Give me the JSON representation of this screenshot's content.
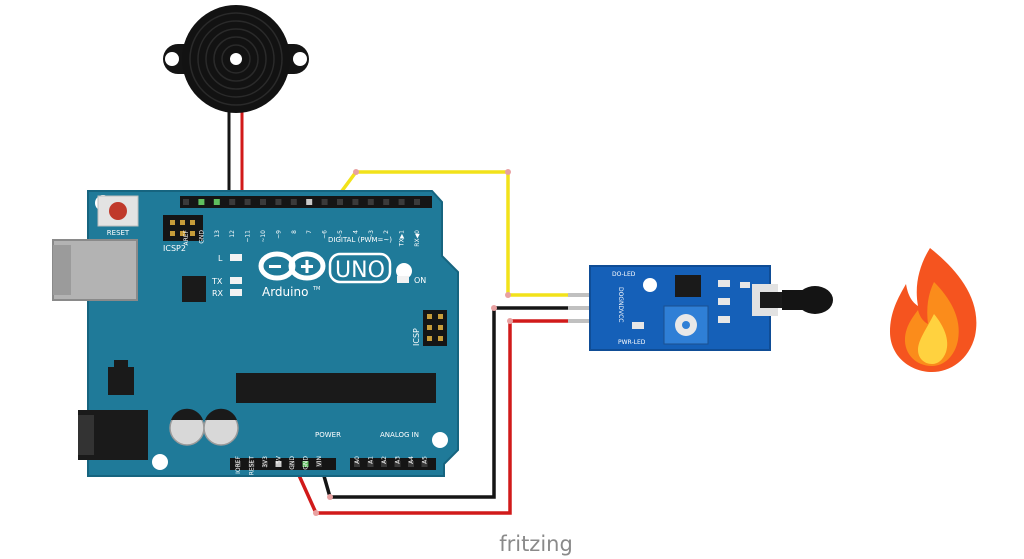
{
  "board": {
    "model": "UNO",
    "brand": "Arduino",
    "trademark": "TM",
    "reset_label": "RESET",
    "icsp2_label": "ICSP2",
    "icsp_label": "ICSP",
    "led_l": "L",
    "led_tx": "TX",
    "led_rx": "RX",
    "led_on": "ON",
    "digital_label": "DIGITAL (PWM=~)",
    "power_label": "POWER",
    "analog_label": "ANALOG IN",
    "digital_pins": [
      "AREF",
      "GND",
      "13",
      "12",
      "~11",
      "~10",
      "~9",
      "8",
      "7",
      "~6",
      "~5",
      "4",
      "~3",
      "2",
      "TX▶1",
      "RX◀0"
    ],
    "power_pins": [
      "IOREF",
      "RESET",
      "3V3",
      "5V",
      "GND",
      "GND",
      "VIN"
    ],
    "analog_pins": [
      "A0",
      "A1",
      "A2",
      "A3",
      "A4",
      "A5"
    ]
  },
  "sensor": {
    "label_top": "DO-LED",
    "label_side": "DOGNDVCC",
    "label_bottom": "PWR-LED"
  },
  "watermark": "fritzing",
  "colors": {
    "board": "#1f7a99",
    "board_edge": "#16647f",
    "sensor": "#1560b8",
    "wire_red": "#d11a1a",
    "wire_black": "#151515",
    "wire_yellow": "#f2e21a",
    "flame_outer": "#f5541f",
    "flame_mid": "#fb8c1b",
    "flame_inner": "#ffd23f"
  },
  "icons": {
    "buzzer": "piezo-buzzer-icon",
    "flame": "fire-emoji-icon"
  }
}
